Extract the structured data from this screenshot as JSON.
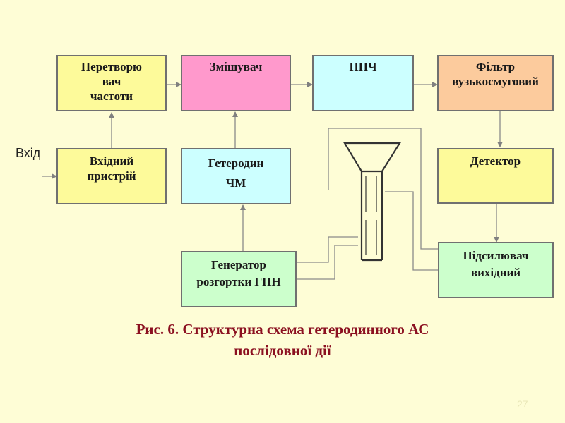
{
  "blocks": {
    "converter": {
      "lines": [
        "Перетворю",
        "вач",
        "частоти"
      ]
    },
    "mixer": {
      "lines": [
        "Змішувач"
      ]
    },
    "ppch": {
      "lines": [
        "ППЧ"
      ]
    },
    "filter": {
      "lines": [
        "Фільтр",
        "вузькосмуговий"
      ]
    },
    "input_device": {
      "lines": [
        "Вхідний",
        "пристрій"
      ]
    },
    "heterodyne": {
      "lines": [
        "Гетеродин",
        "ЧМ"
      ]
    },
    "detector": {
      "lines": [
        "Детектор"
      ]
    },
    "sweep_generator": {
      "lines": [
        "Генератор",
        "розгортки ГПН"
      ]
    },
    "output_amplifier": {
      "lines": [
        "Підсилювач",
        "вихідний"
      ]
    }
  },
  "input_label": "Вхід",
  "caption": {
    "line1": "Рис. 6. Структурна схема гетеродинного АС",
    "line2": "послідовної дії"
  },
  "page_number": "27",
  "colors": {
    "background": "#fefdd6",
    "yellow": "#fdfa9a",
    "pink": "#ff99cc",
    "cyan": "#ccffff",
    "orange": "#fccb9d",
    "green": "#ccffcc",
    "caption": "#8b1020"
  }
}
